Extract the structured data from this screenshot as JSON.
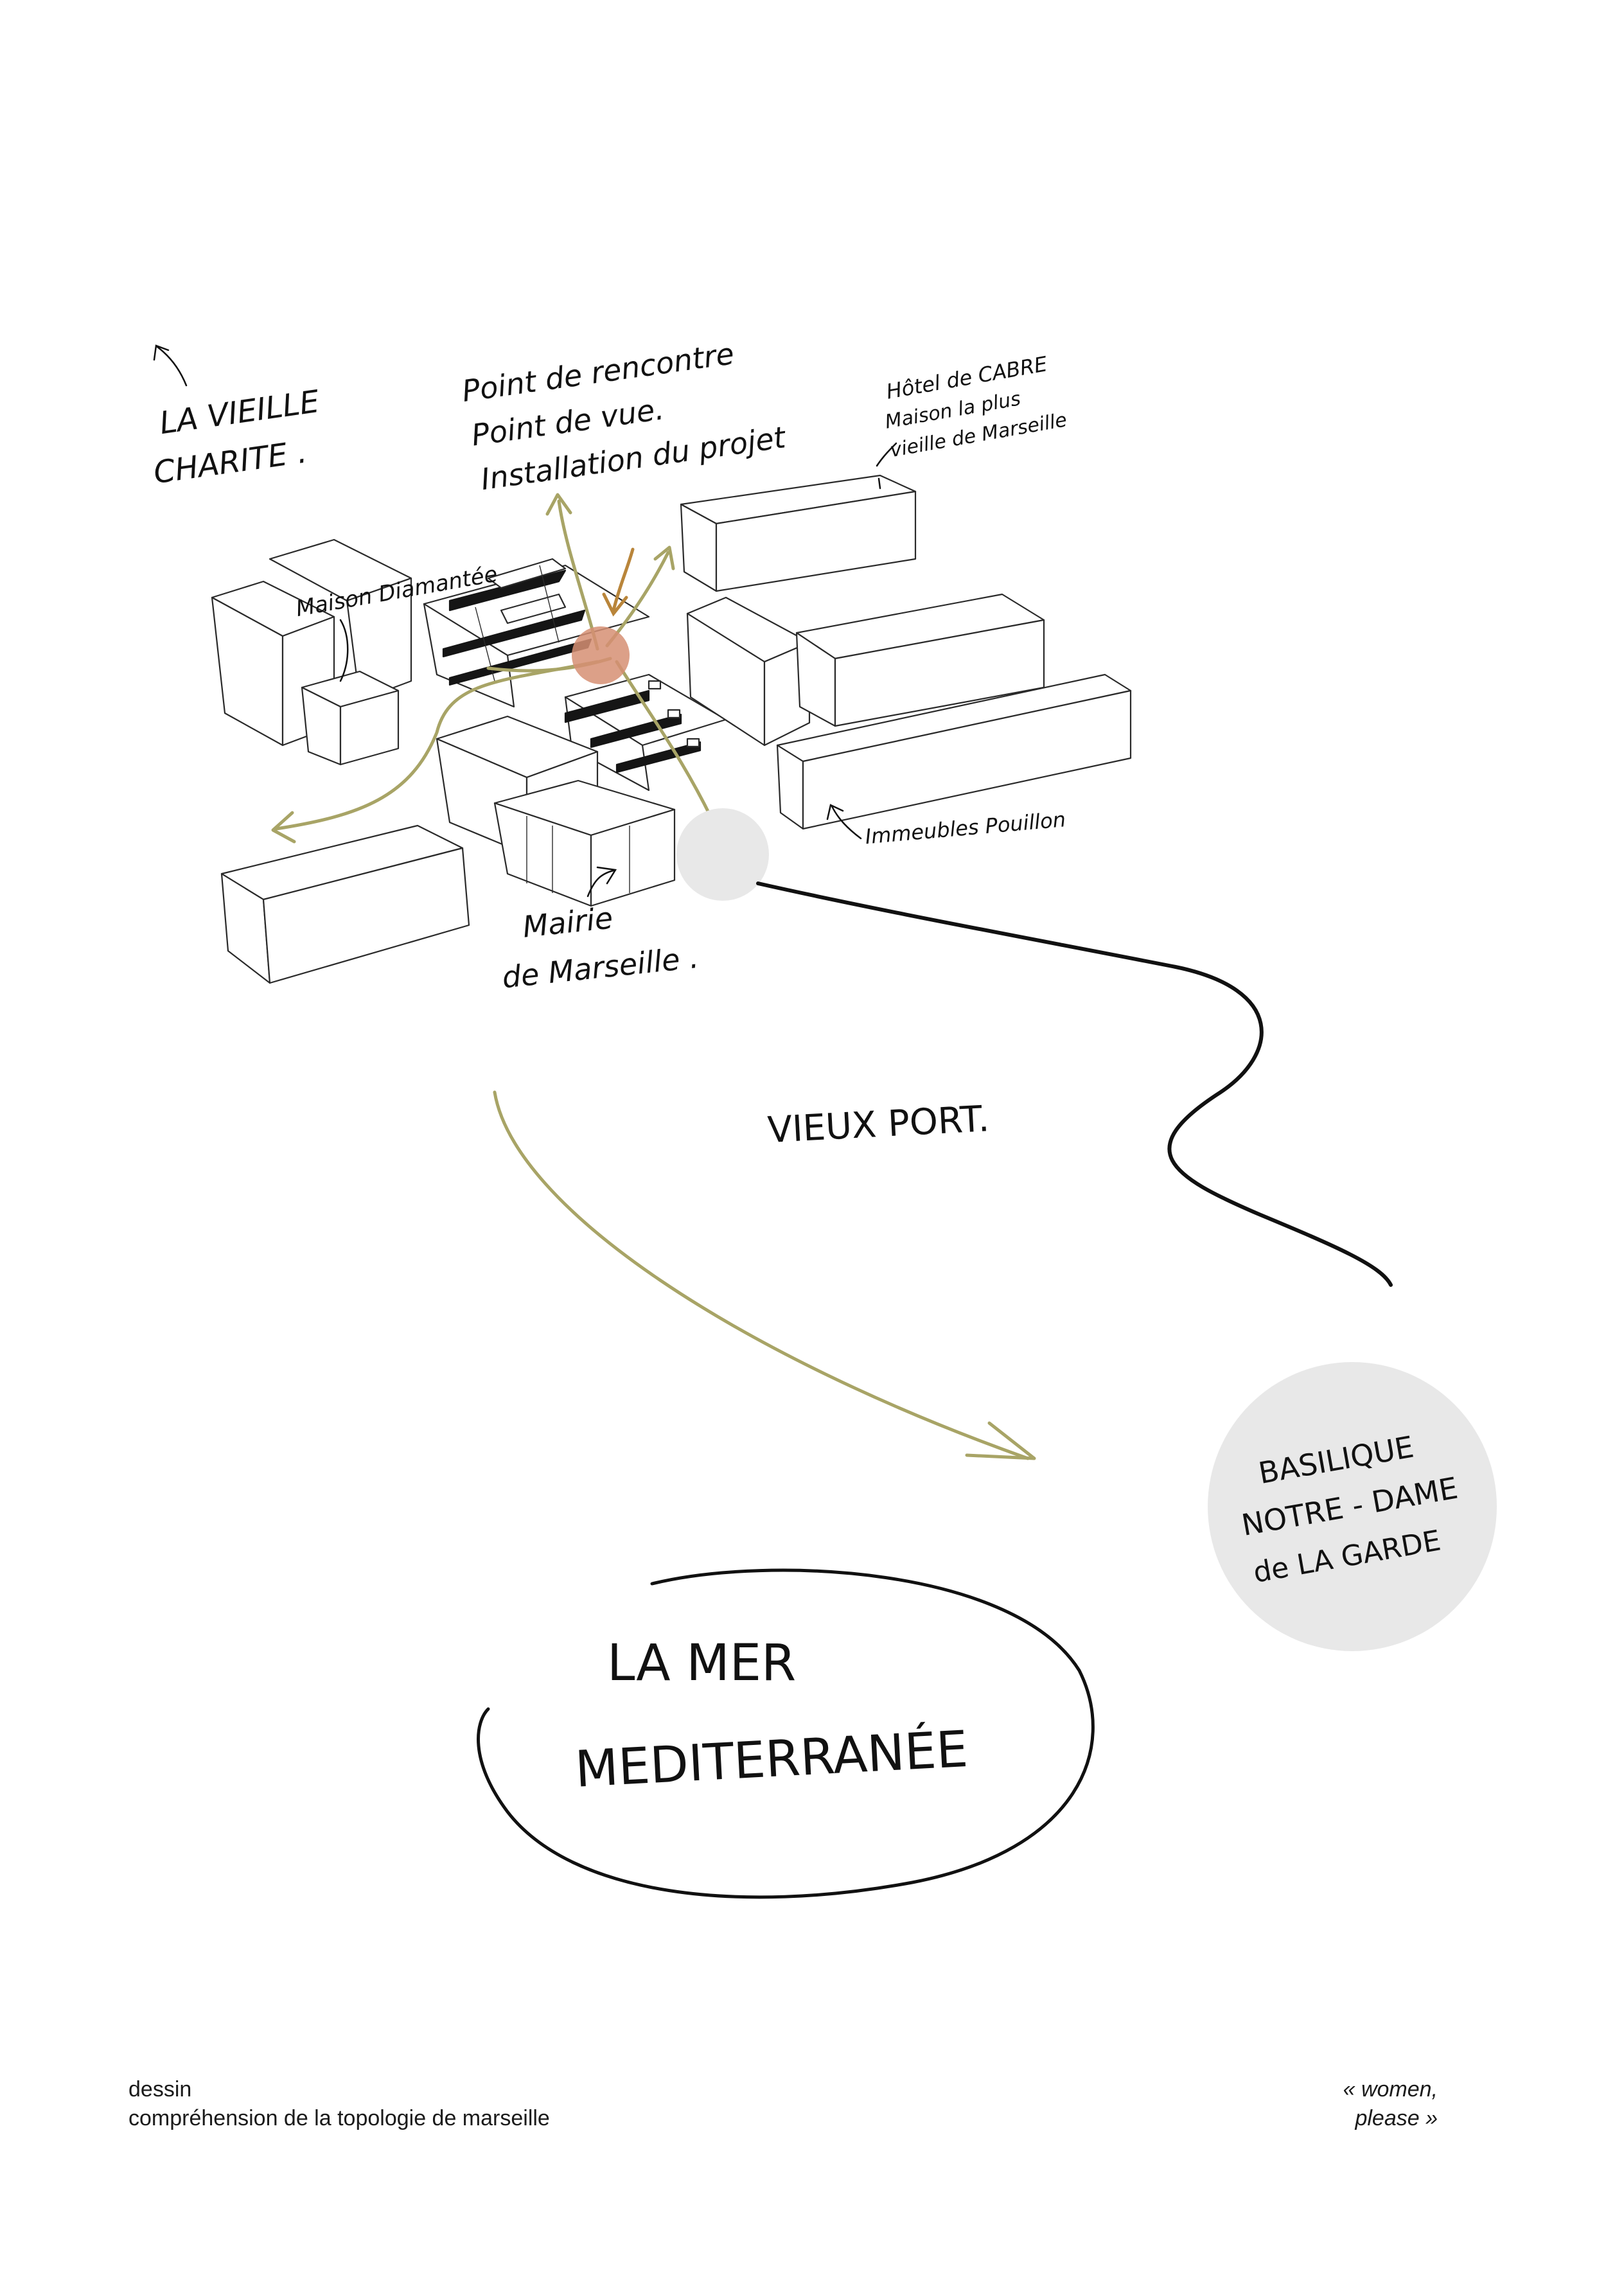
{
  "annotations": {
    "la_vieille_charite": [
      "LA VIEILLE",
      "CHARITE ."
    ],
    "point_de_rencontre": [
      "Point de rencontre",
      "Point de vue.",
      "Installation du projet"
    ],
    "hotel_de_cabre": [
      "Hôtel de CABRE",
      "Maison la plus",
      "vieille de Marseille"
    ],
    "maison_diamantee": "Maison Diamantée",
    "mairie": [
      "Mairie",
      "de Marseille ."
    ],
    "immeubles_pouillon": "Immeubles Pouillon",
    "vieux_port": "VIEUX PORT.",
    "basilique": [
      "BASILIQUE",
      "NOTRE - DAME",
      "de LA GARDE"
    ],
    "la_mer": [
      "LA MER",
      "MEDITERRANÉE"
    ]
  },
  "footer": {
    "left_line1": "dessin",
    "left_line2": "compréhension de la topologie de marseille",
    "right_line1": "« women,",
    "right_line2": "please »"
  },
  "colors": {
    "olive_arrow": "#a8a466",
    "ochre_arrow": "#b9853a",
    "meeting_point": "#d68f73",
    "grey_disc": "#e8e8e8",
    "ink": "#111111"
  }
}
